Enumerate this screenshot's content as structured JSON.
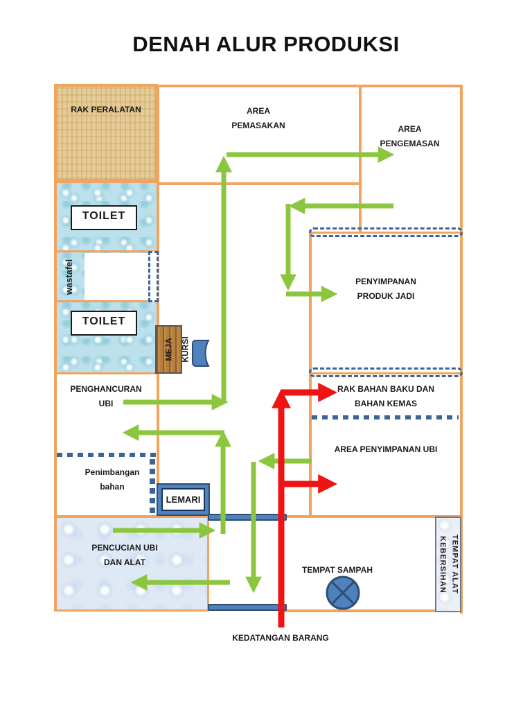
{
  "title": "DENAH ALUR PRODUKSI",
  "rooms": {
    "rak_peralatan": "RAK PERALATAN",
    "area_pemasakan": "AREA PEMASAKAN",
    "area_pengemasan": "AREA PENGEMASAN",
    "toilet_top": "TOILET",
    "wastafel": "wastafel",
    "toilet_bottom": "TOILET",
    "meja": "MEJA",
    "kursi": "KURSI",
    "penyimpanan_produk_jadi": "PENYIMPANAN PRODUK JADI",
    "penghancuran_ubi": "PENGHANCURAN UBI",
    "rak_bahan_baku": "RAK BAHAN BAKU DAN BAHAN KEMAS",
    "area_penyimpanan_ubi": "AREA PENYIMPANAN UBI",
    "penimbangan_bahan": "Penimbangan bahan",
    "lemari": "LEMARI",
    "pencucian_ubi": "PENCUCIAN UBI DAN ALAT",
    "tempat_sampah": "TEMPAT SAMPAH",
    "tempat_alat_kebersihan": "TEMPAT ALAT KEBERSIHAN",
    "kedatangan_barang": "KEDATANGAN BARANG"
  },
  "colors": {
    "wall_orange": "#F2A35E",
    "flow_green": "#8CC63E",
    "flow_red": "#EE1414",
    "door_blue": "#4F81BD",
    "dash_blue": "#3D6496",
    "wood": "#E6CB96",
    "water": "#BCE1EC"
  }
}
